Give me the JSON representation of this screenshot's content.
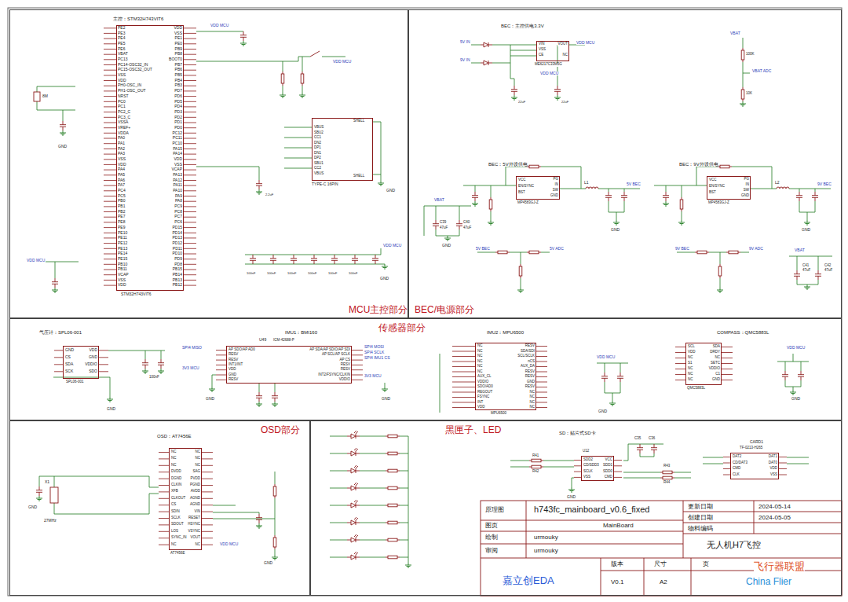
{
  "diagram": {
    "nodes": [
      {
        "text": [
          "MCU主控部分"
        ]
      },
      {
        "text": [
          "主控：STM32H743VIT6",
          "STM32H743VIT6"
        ],
        "in": 0
      },
      {
        "text": [
          "TYPE-C 16PIN"
        ],
        "in": 0
      },
      {
        "text": [
          "BEC/电源部分"
        ]
      },
      {
        "text": [
          "BEC：主控供电3.3V",
          "ME6217C33M5G"
        ],
        "in": 3
      },
      {
        "text": [
          "BEC：5V外设供电",
          "MP4583GJ-Z"
        ],
        "in": 3
      },
      {
        "text": [
          "BEC：9V外设供电",
          "MP4583GJ-Z"
        ],
        "in": 3
      },
      {
        "text": [
          "传感器部分"
        ]
      },
      {
        "text": [
          "气压计：SPL06-001",
          "SPL06-001"
        ],
        "in": 7
      },
      {
        "text": [
          "IMU1：BMI160",
          "ICM-42688-P"
        ],
        "in": 7
      },
      {
        "text": [
          "IMU2：MPU6500",
          "MPU6500"
        ],
        "in": 7
      },
      {
        "text": [
          "COMPASS：QMC5883L",
          "QMC5883L"
        ],
        "in": 7
      },
      {
        "text": [
          "OSD部分"
        ]
      },
      {
        "text": [
          "OSD：AT7456E",
          "AT7456E"
        ],
        "in": 12
      },
      {
        "text": [
          "黑匣子、LED"
        ]
      },
      {
        "text": [
          "SD：贴片式SD卡",
          "U12"
        ],
        "in": 14
      },
      {
        "text": [
          "CARD1",
          "TF-0213-H265"
        ],
        "in": 14
      }
    ],
    "labels": [
      "PE2",
      "PE3",
      "PE4",
      "PE5",
      "PE6",
      "VBAT",
      "PC13",
      "PC14-OSC32_IN",
      "PC15-OSC32_OUT",
      "VSS",
      "VDD",
      "PH0-OSC_IN",
      "PH1-OSC_OUT",
      "NRST",
      "PC0",
      "PC1",
      "PC2_C",
      "PC3_C",
      "VSSA",
      "VREF+",
      "VDDA",
      "PA0",
      "PA1",
      "PA2",
      "PA3",
      "VSS",
      "VDD",
      "PA4",
      "PA5",
      "PA6",
      "PA7",
      "PC4",
      "PC5",
      "PB0",
      "PB1",
      "PB2",
      "PE7",
      "PE8",
      "PE9",
      "PE10",
      "PE11",
      "PE12",
      "PE13",
      "PE14",
      "PE15",
      "PB10",
      "PB11",
      "VCAP",
      "VSS",
      "VDD",
      "VDD",
      "VSS",
      "PE1",
      "PE0",
      "PB9",
      "PB8",
      "BOOT0",
      "PB7",
      "PB6",
      "PB5",
      "PB4",
      "PB3",
      "PD7",
      "PD6",
      "PD5",
      "PD4",
      "PD3",
      "PD2",
      "PD1",
      "PD0",
      "PC12",
      "PC11",
      "PC10",
      "PA15",
      "PA14",
      "VDD",
      "VSS",
      "VCAP",
      "PA13",
      "PA12",
      "PA11",
      "PA10",
      "PA9",
      "PA8",
      "PC9",
      "PC8",
      "PC7",
      "PC6",
      "PD15",
      "PD14",
      "PD13",
      "PD12",
      "PD11",
      "PD10",
      "PD9",
      "PD8",
      "PB15",
      "PB14",
      "PB13",
      "PB12",
      "8M",
      "GND",
      "VDD MCU",
      "VDD MCU",
      "VDD MCU",
      "VDD MCU",
      "GND",
      "GND",
      "VBUS",
      "SBU2",
      "CC1",
      "DN2",
      "DP1",
      "DN1",
      "DP2",
      "SBU1",
      "CC2",
      "VBUS",
      "SHELL",
      "SHELL",
      "100nF",
      "100nF",
      "100nF",
      "100nF",
      "100nF",
      "100nF",
      "2.2uF",
      "5V IN",
      "9V IN",
      "VDD MCU",
      "VIN",
      "VSS",
      "CE",
      "VOUT",
      "NC",
      "VDD MCU",
      "22uF",
      "22uF",
      "VBAT",
      "100K",
      "10K",
      "VBAT ADC",
      "VCC",
      "EN/SYNC",
      "BST",
      "PG",
      "IN",
      "SW",
      "GND",
      "VCC",
      "EN/SYNC",
      "BST",
      "PG",
      "IN",
      "SW",
      "GND",
      "L1",
      "5V BEC",
      "L2",
      "9V BEC",
      "VBAT",
      "C39",
      "C40",
      "47uF",
      "47uF",
      "GND",
      "GND",
      "GND",
      "5V BEC",
      "5V ADC",
      "9V BEC",
      "9V ADC",
      "VBAT",
      "C41",
      "C42",
      "47uF",
      "47uF",
      "GND",
      "CS",
      "SDA",
      "SCK",
      "VDD",
      "GND",
      "VDDIO",
      "SDO",
      "GND",
      "100nF",
      "AP SDO/AP AD0",
      "RESV",
      "RESV",
      "INT1/INT",
      "VDD",
      "GND",
      "RESV",
      "AP SDA/AP SDIO/AP SDI",
      "AP SCL/AP SCLK",
      "AP CS",
      "RESV",
      "RESV",
      "INT2/FSYNC/CLKIN",
      "VDDIO",
      "U49",
      "SPI4 MISO",
      "3V3 MCU",
      "SPI4 MOSI",
      "SPI4 SCLK",
      "SPI4 IMU1 CS",
      "3V3 MCU",
      "GND",
      "GND",
      "NC",
      "NC",
      "NC",
      "NC",
      "NC",
      "NC",
      "AUX_CL",
      "VDDIO",
      "SDO/AD0",
      "REGOUT",
      "FSYNC",
      "INT",
      "VDD",
      "RESV",
      "SDA/SDI",
      "SCL/SCLK",
      "nCS",
      "AUX_DA",
      "RESV",
      "RESV",
      "GND",
      "RESV",
      "NC",
      "NC",
      "NC",
      "NC",
      "VDD MCU",
      "GND",
      "SCL",
      "VDD",
      "NC",
      "S1",
      "NC",
      "NC",
      "NC",
      "SDA",
      "DRDY",
      "NC",
      "SETC",
      "VDDIO",
      "C1",
      "GND",
      "VDD MCU",
      "GND",
      "X1",
      "27MHz",
      "NC",
      "NC",
      "NC",
      "DVDD",
      "DGND",
      "CLKIN",
      "XFB",
      "CLKOUT",
      "CS",
      "SDIN",
      "SCLK",
      "SDOUT",
      "LOS",
      "SYNC_IN",
      "NC",
      "NC",
      "NC",
      "NC",
      "SAG",
      "PVDD",
      "PGND",
      "AVDD",
      "AGND",
      "AGND",
      "VIN",
      "RESET",
      "HSYNC",
      "VSYNC",
      "VOUT",
      "NC",
      "VDD MCU",
      "GND",
      "GND",
      "SDD2",
      "CD/SDD3",
      "SCLK",
      "VSS",
      "VCC",
      "SDD1",
      "SDD0",
      "CMD",
      "R41",
      "R42",
      "R43",
      "R44",
      "GND",
      "C35",
      "C36",
      "DAT2",
      "CD/DAT3",
      "CMD",
      "CLK",
      "DAT1",
      "DAT0",
      "VDD",
      "VSS",
      "原理图",
      "h743fc_mainboard_v0.6_fixed",
      "更新日期",
      "2024-05-14",
      "创建日期",
      "2024-05-05",
      "物料编码",
      "图页",
      "MainBoard",
      "绘制",
      "urmouky",
      "审阅",
      "urmouky",
      "无人机H7飞控",
      "版本",
      "尺寸",
      "页",
      "V0.1",
      "A2",
      "嘉立创EDA",
      "飞行器联盟",
      "China Flier"
    ]
  }
}
